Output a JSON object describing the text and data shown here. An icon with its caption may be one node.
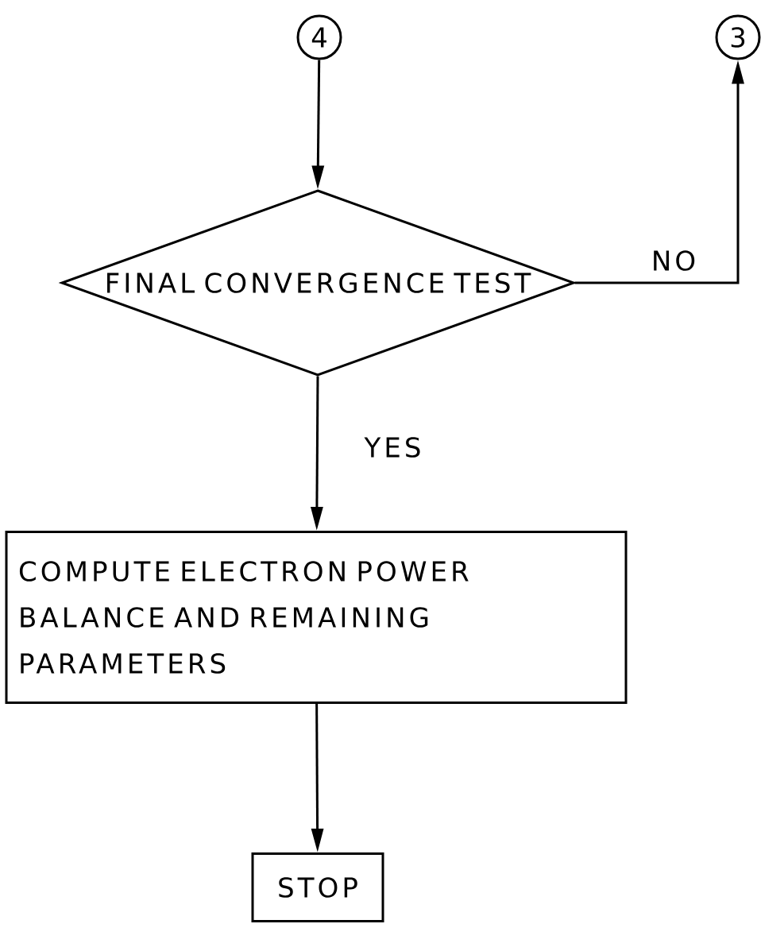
{
  "diagram": {
    "nodes": [
      {
        "text": [
          "4"
        ]
      },
      {
        "text": [
          "3"
        ]
      },
      {
        "text": [
          "FINAL CONVERGENCE TEST"
        ]
      },
      {
        "text": [
          "COMPUTE ELECTRON POWER BALANCE AND REMAINING PARAMETERS"
        ]
      },
      {
        "text": [
          "STOP"
        ]
      }
    ],
    "edges": [
      {
        "from": 0,
        "to": 2,
        "arrow": "to"
      },
      {
        "from": 2,
        "to": 1,
        "arrow": "to",
        "label": "NO"
      },
      {
        "from": 2,
        "to": 3,
        "arrow": "to",
        "label": "YES"
      },
      {
        "from": 3,
        "to": 4,
        "arrow": "to"
      }
    ]
  }
}
